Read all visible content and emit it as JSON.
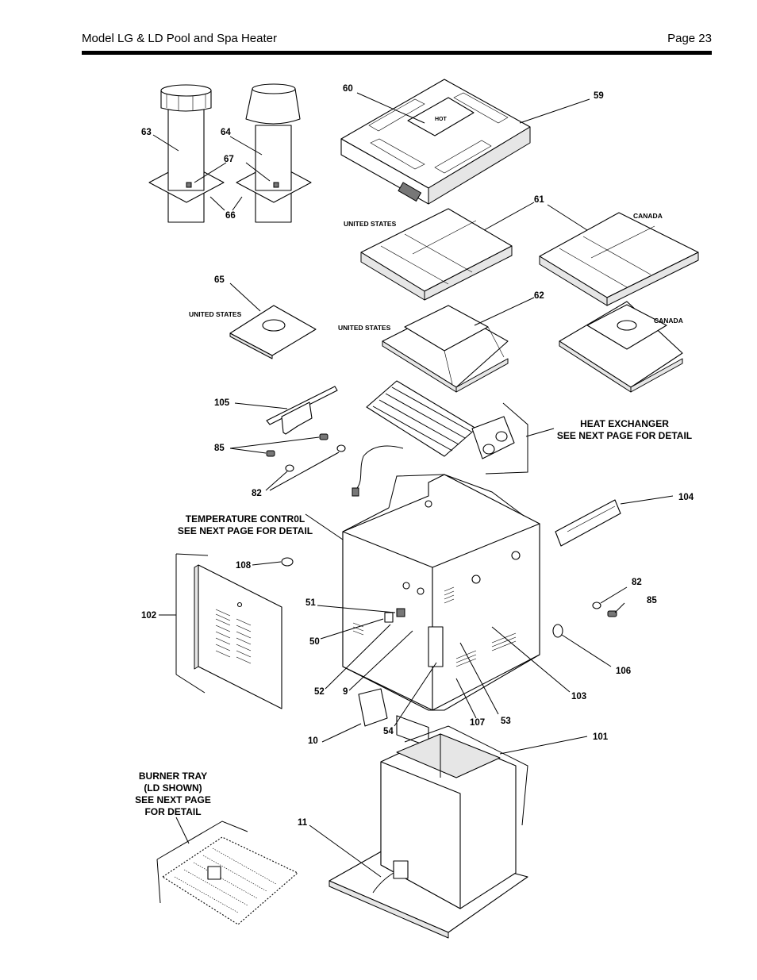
{
  "header": {
    "title": "Model LG & LD Pool and Spa Heater",
    "page": "Page 23"
  },
  "callouts": {
    "c59": "59",
    "c60": "60",
    "c61": "61",
    "c62": "62",
    "c63": "63",
    "c64": "64",
    "c65": "65",
    "c66": "66",
    "c67": "67",
    "c105": "105",
    "c85a": "85",
    "c82a": "82",
    "c104": "104",
    "c108": "108",
    "c102": "102",
    "c51": "51",
    "c50": "50",
    "c52": "52",
    "c9": "9",
    "c82b": "82",
    "c85b": "85",
    "c106": "106",
    "c103": "103",
    "c107": "107",
    "c53": "53",
    "c54": "54",
    "c10": "10",
    "c101": "101",
    "c11": "11"
  },
  "regions": {
    "us1": "UNITED STATES",
    "canada1": "CANADA",
    "us2": "UNITED STATES",
    "canada2": "CANADA",
    "us3": "UNITED STATES"
  },
  "notes": {
    "heat_exchanger": [
      "HEAT EXCHANGER",
      "SEE NEXT PAGE FOR DETAIL"
    ],
    "temperature_control": [
      "TEMPERATURE CONTR0L",
      "SEE NEXT PAGE FOR DETAIL"
    ],
    "burner_tray": [
      "BURNER TRAY",
      "(LD SHOWN)",
      "SEE NEXT PAGE",
      "FOR DETAIL"
    ]
  },
  "top_label": "HOT"
}
